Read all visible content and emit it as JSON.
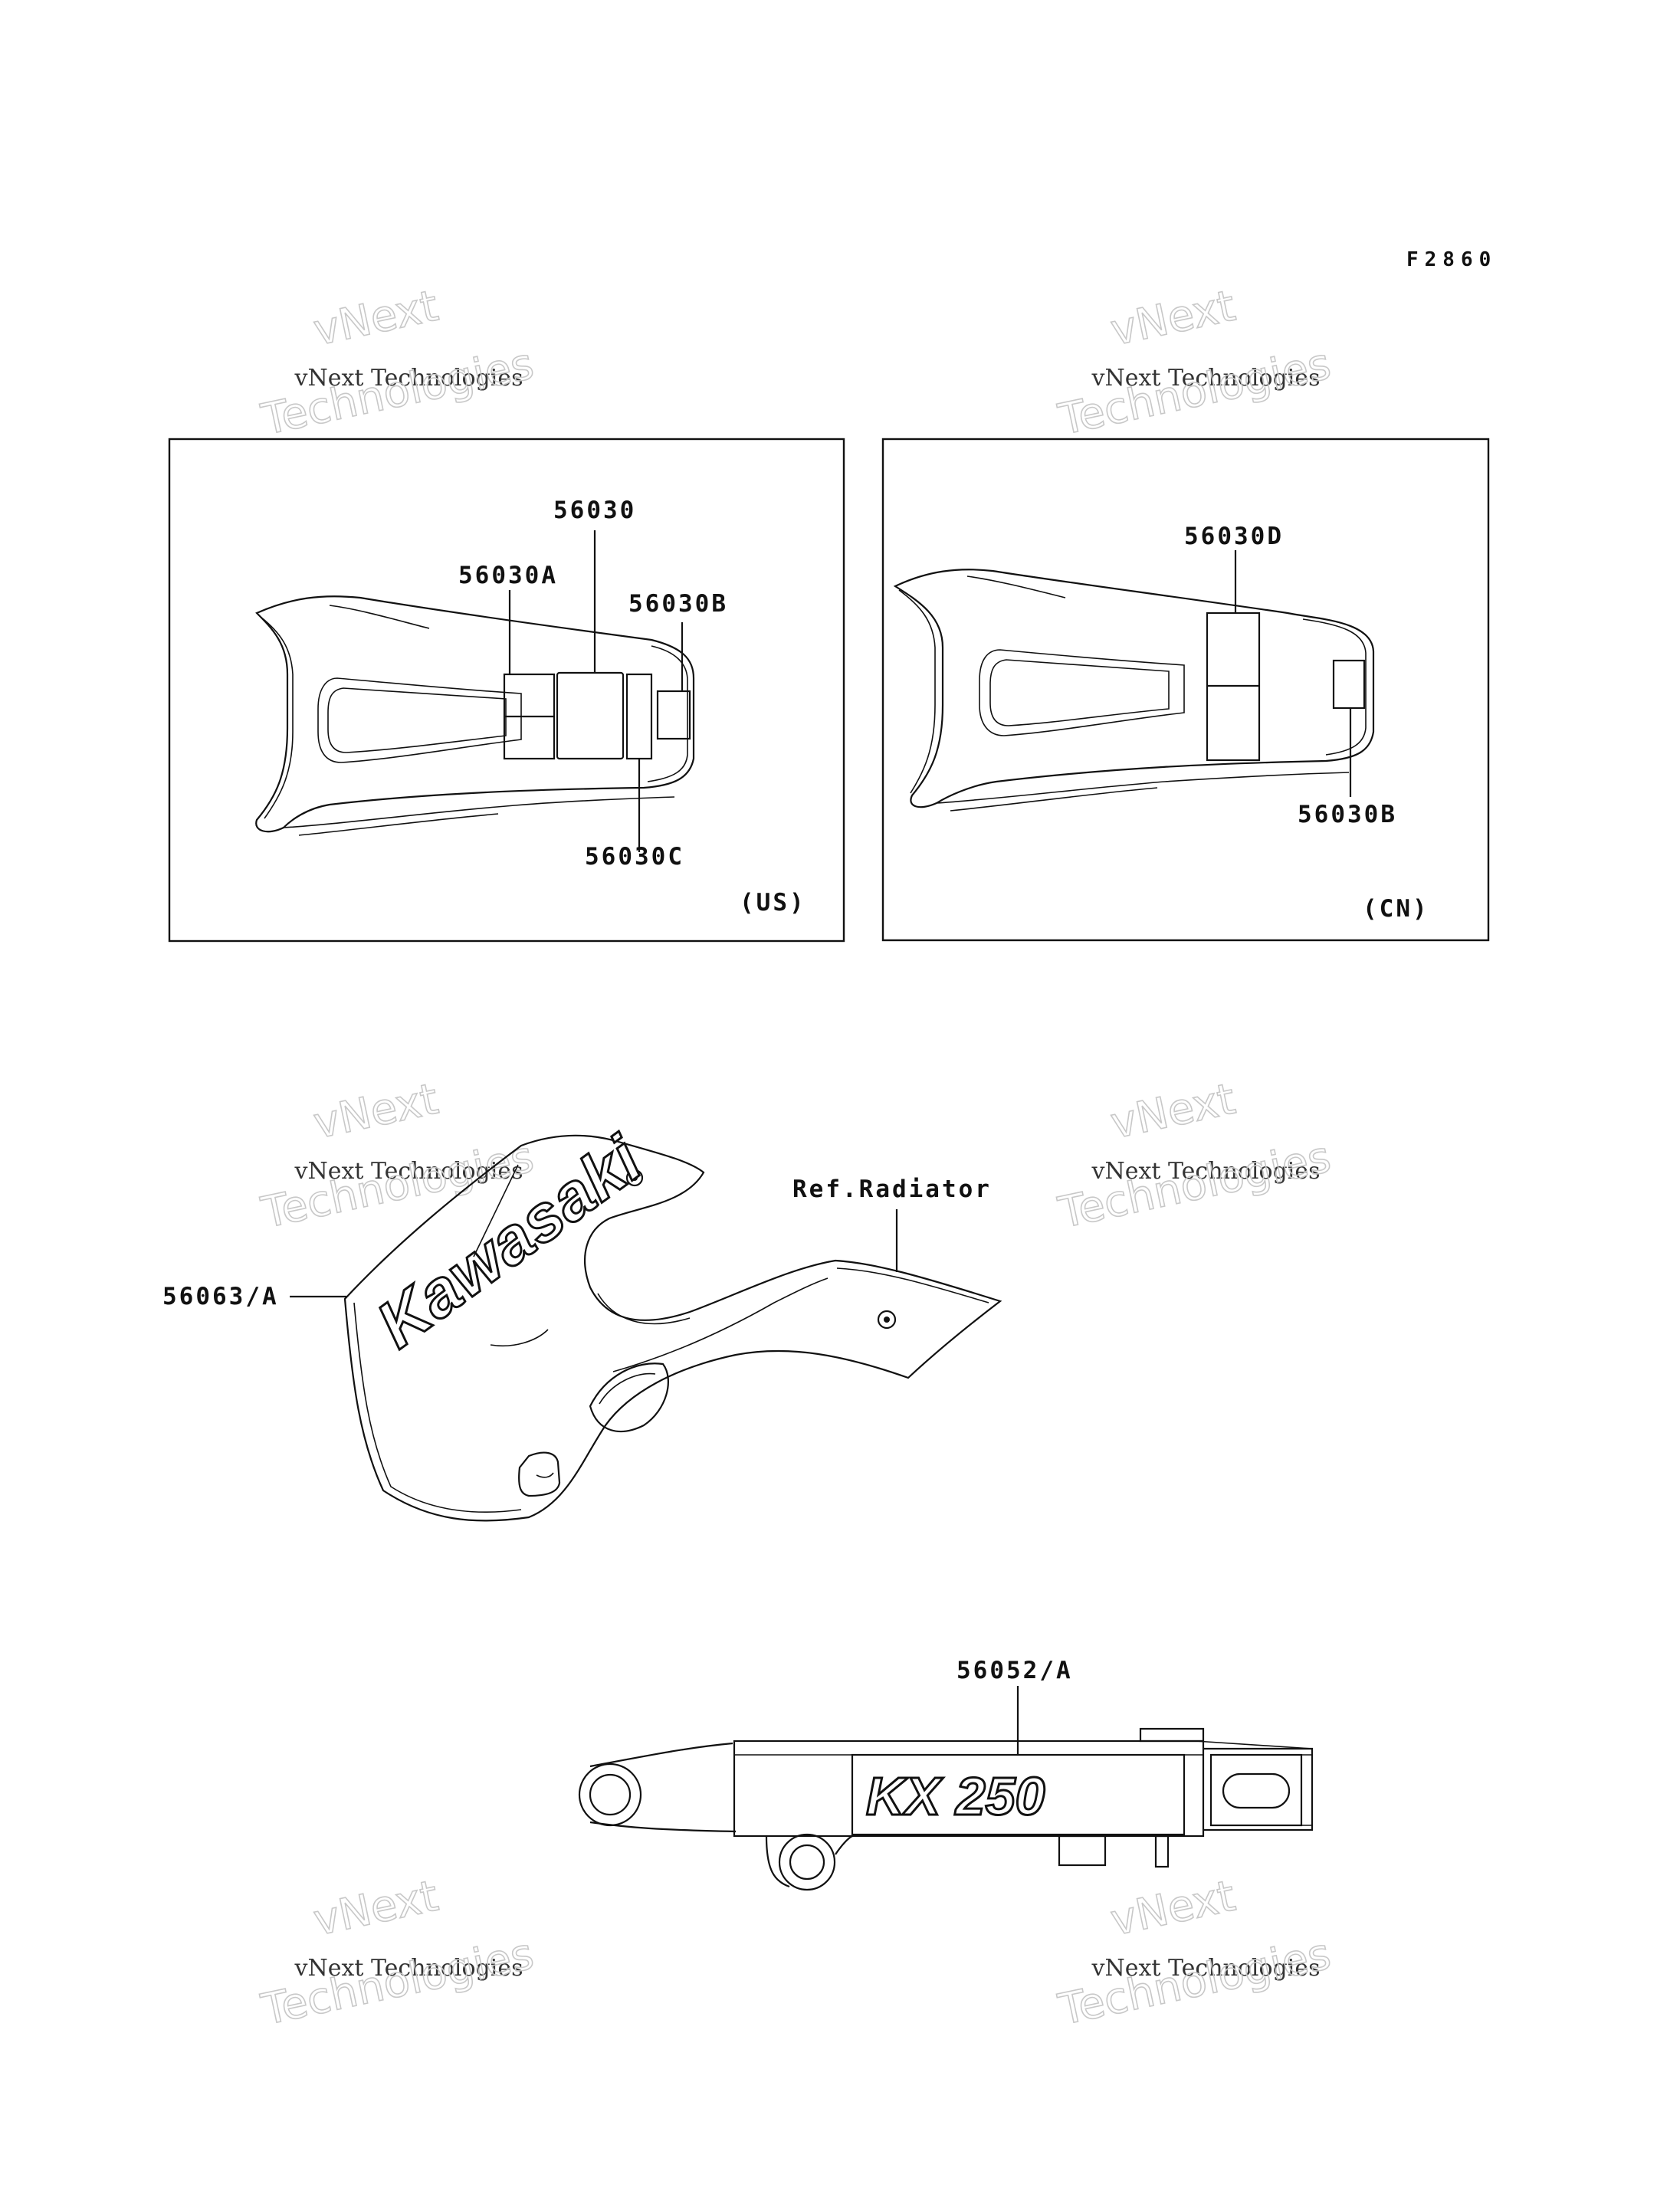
{
  "figure_code": "F2860",
  "watermark": {
    "line1": "vNext",
    "line2": "vNext Technologies",
    "line3": "Technologies"
  },
  "panels": {
    "us": {
      "region": "(US)",
      "parts": [
        "56030",
        "56030A",
        "56030B",
        "56030C"
      ]
    },
    "cn": {
      "region": "(CN)",
      "parts": [
        "56030D",
        "56030B"
      ]
    }
  },
  "shroud": {
    "part": "56063/A",
    "reference": "Ref.Radiator",
    "decal_text": "Kawasaki"
  },
  "swingarm": {
    "part": "56052/A",
    "decal_text": "KX 250"
  }
}
